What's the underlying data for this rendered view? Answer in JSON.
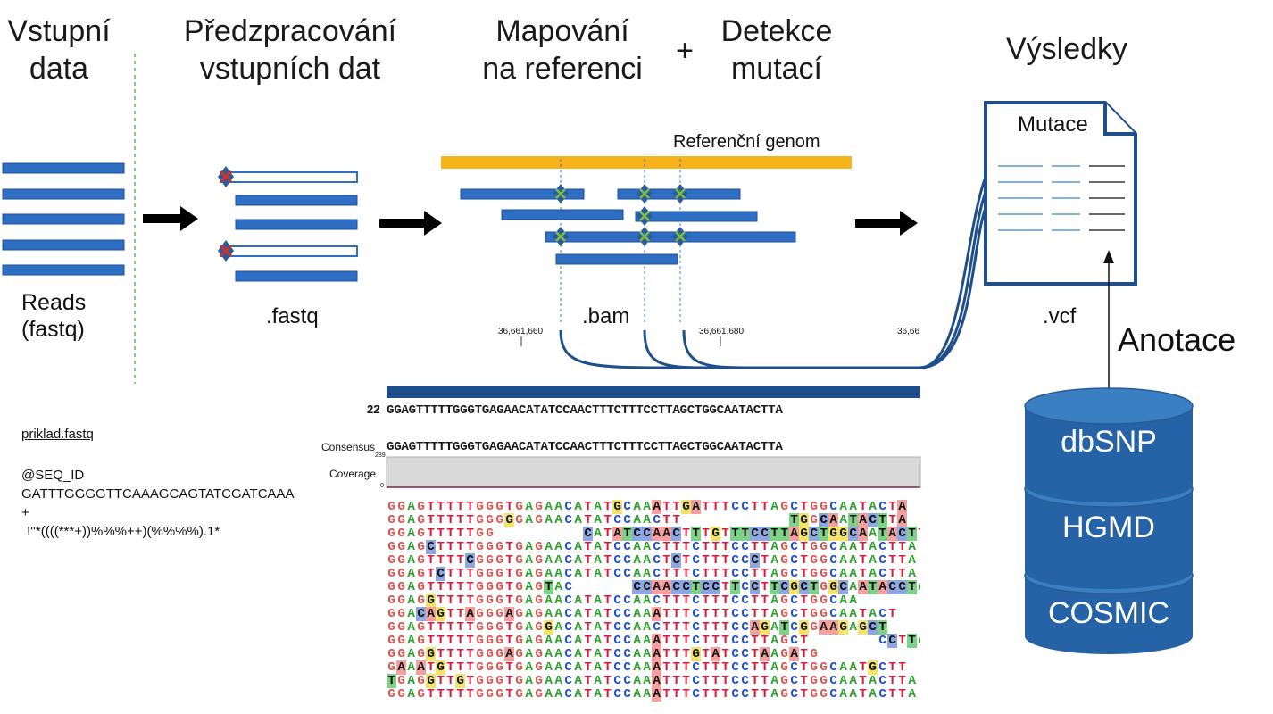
{
  "stages": {
    "input": [
      "Vstupní",
      "data"
    ],
    "preprocessing": [
      "Předzpracování",
      "vstupních dat"
    ],
    "mapping": [
      "Mapování",
      "na referenci"
    ],
    "plus": "+",
    "detection": [
      "Detekce",
      "mutací"
    ],
    "results": "Výsledky"
  },
  "labels": {
    "reads": [
      "Reads",
      "(fastq)"
    ],
    "fastq": ".fastq",
    "bam": ".bam",
    "vcf": ".vcf",
    "reference": "Referenční genom",
    "mutations": "Mutace",
    "annotation": "Anotace"
  },
  "fastq_example": {
    "filename": "priklad.fastq",
    "lines": [
      "@SEQ_ID",
      "GATTTGGGGTTCAAAGCAGTATCGATCAAA",
      "+",
      "!''*((((***+))%%%++)(%%%%).1*"
    ]
  },
  "browser": {
    "coords": [
      "36,661,660",
      "36,661,680",
      "36,66"
    ],
    "chrom": "22",
    "reference_seq": "GGAGTTTTTGGGTGAGAACATATCCAACTTTCTTTCCTTAGCTGGCAATACTTA",
    "consensus_label": "Consensus",
    "coverage_label": "Coverage",
    "coverage_max": "289",
    "coverage_min": "0",
    "reads": [
      "GGAGTTTTTGGGTGAGAACATATGCAAATTGATTTCCTTAGCTGGCAATACTA",
      "GGAGTTTTTGGGGGAGAACATATCCAACTT           TGGCAATACTTA",
      "GGAGTTTTTGG         CATATCCAACTTTGTTTCCTTAGCTGGCAATACTTA",
      "GGAGCTTTTGGGTGAGAACATATCCAACTTTCTTTCCTTAGCTGGCAATACTTA",
      "GGAGTTTTCGGGTGAGAACATATCCAACTCTCTTTCCCTAGCTGGCAATACTTA",
      "GGAGTCTTTGGGTGAGAACATATCCAACTTTCTTTCCTTAGCTGGCAATACTTA",
      "GGAGTTTTTGGGTGAGTAC      CCAACCTCCTTCCTTCGCTGGCAATACCTA",
      "GGAGGTTTTGGGTGAGAACATATCCAACTTTCTTTCCTTAGCTGGCAA",
      "GGACAGTTAGGGAGAGAACATATCCAAATTTCTTTCCTTAGCTGGCAATACT",
      "GGAGTTTTTGGGTGAGGACATATCCAACTTTCTTTCCAGATCGGAAGAGCT",
      "GGAGTTTTTGGGTGAGAACATATCCAAATTTCTTTCCTTAGCT       CCTTA",
      "GGAGGTTTTGGGAGAGAACATATCCAAATTTGTATCCTAAGATG",
      "GAAATGTTTGGGTGAGAACATATCCAAATTTCTTTCCTTAGCTGGCAATGCTT",
      "TGAGGTTGTGGGTGAGAACATATCCAAATTTCTTTCCTTAGCTGGCAATACTTA",
      "GGAGTTTTTGGGTGAGAACATATCCAAATTTCTTTCCTTAGCTGGCAATACTTA"
    ]
  },
  "databases": [
    "dbSNP",
    "HGMD",
    "COSMIC"
  ],
  "colors": {
    "read": "#2e6fc4",
    "read_border": "#1f4f99",
    "reference": "#f5b21b",
    "db": "#2563a6",
    "db_top": "#3a7fc2",
    "variant": "#7fbf3f",
    "error": "#c0392b",
    "base_A": "#2ca02c",
    "base_C": "#1f4fd0",
    "base_G": "#d9534f",
    "base_T": "#d81b3a"
  }
}
